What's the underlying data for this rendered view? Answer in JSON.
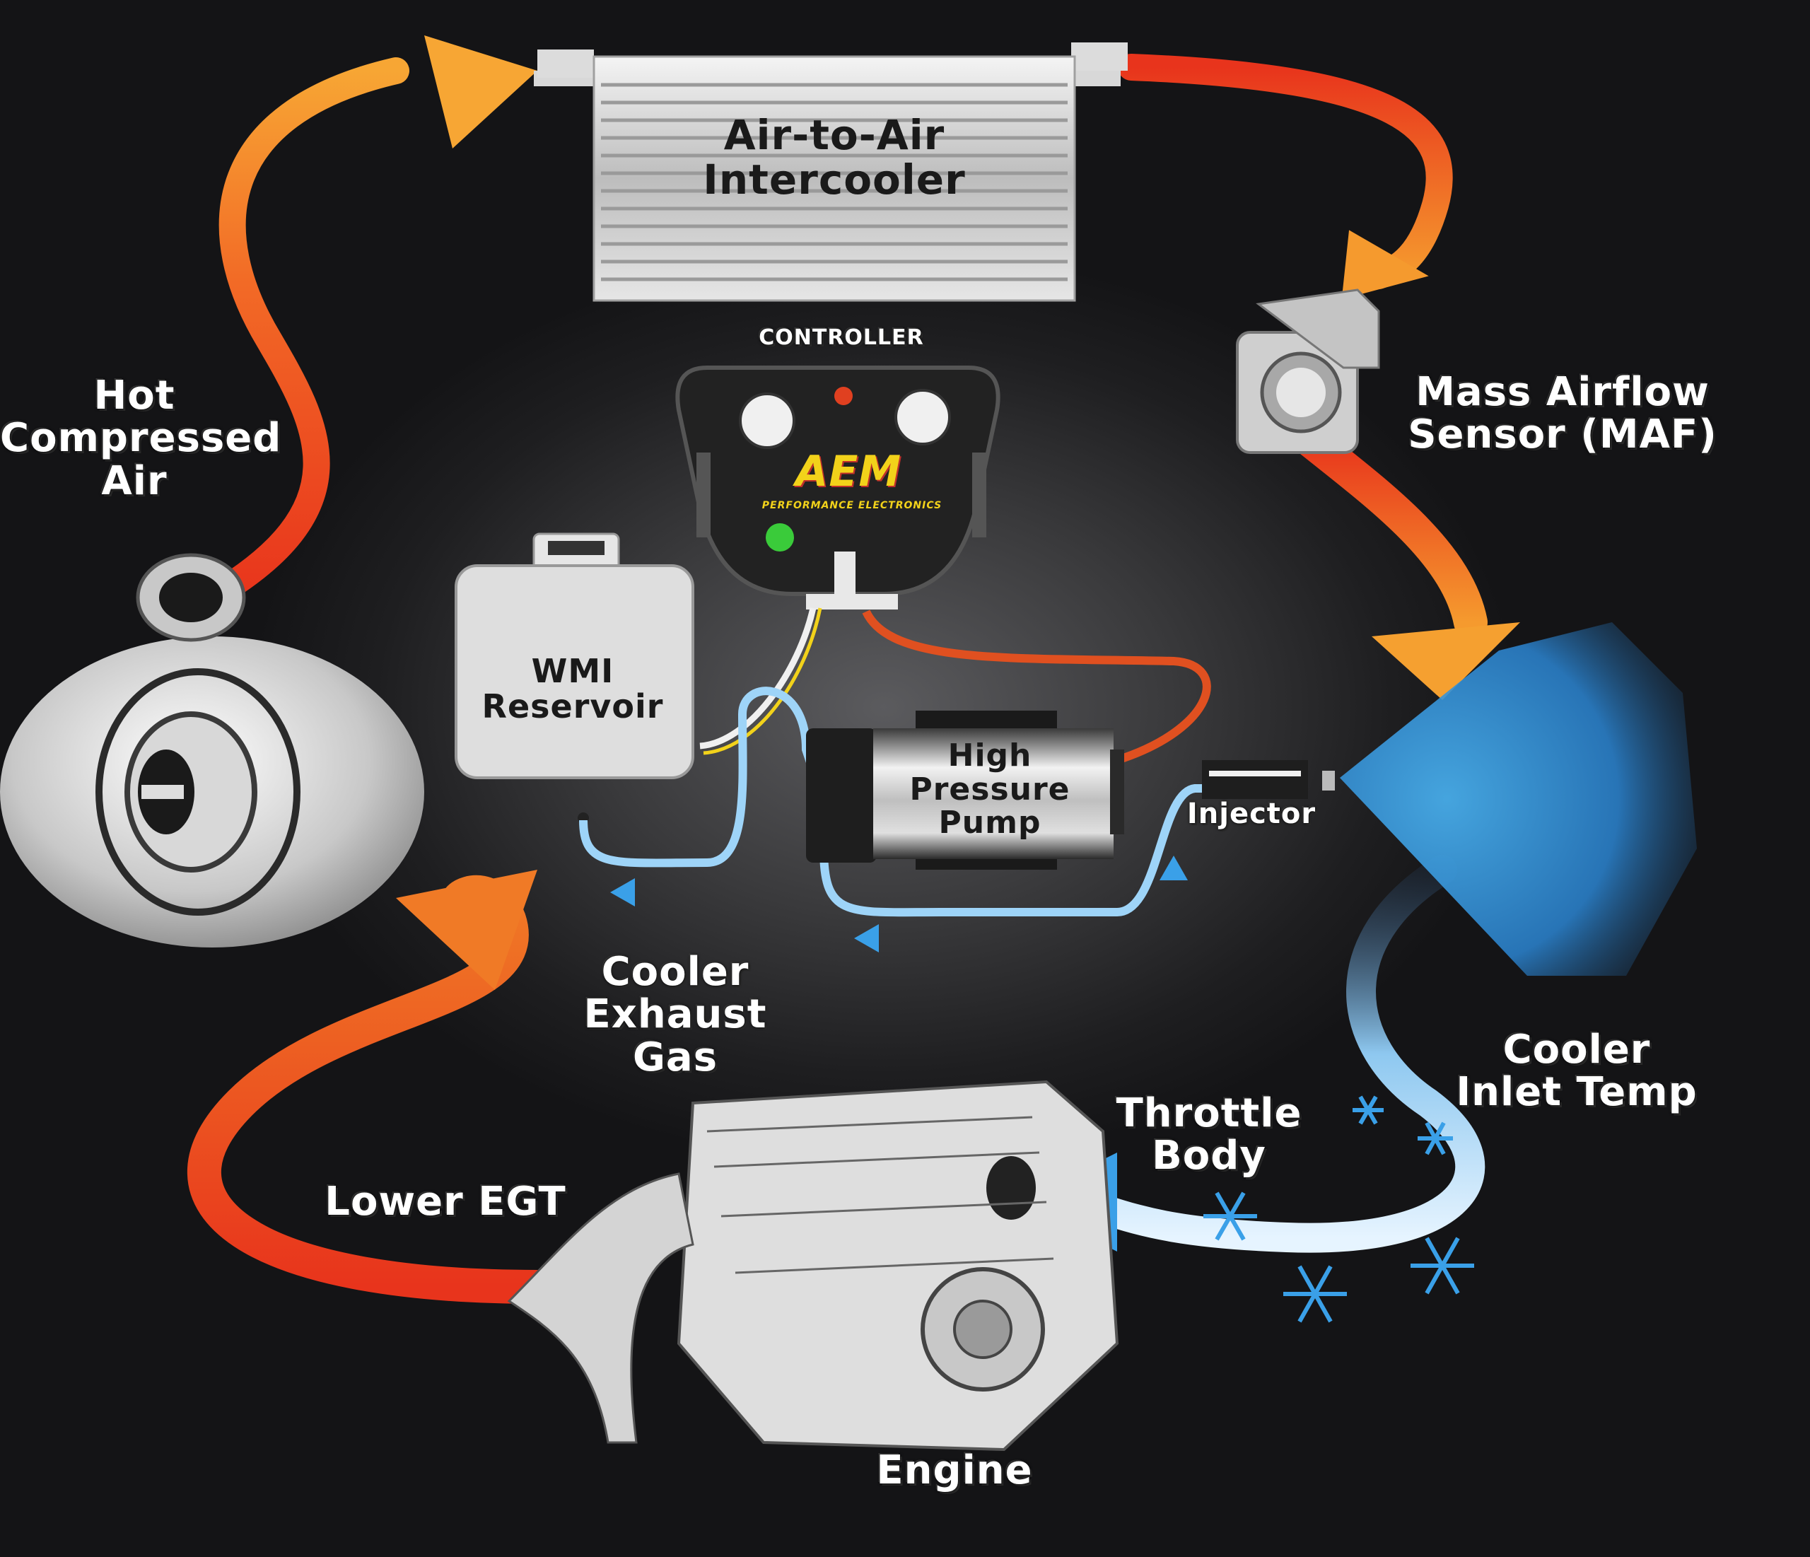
{
  "labels": {
    "intercooler": [
      "Air-to-Air",
      "Intercooler"
    ],
    "controller": "CONTROLLER",
    "hot_air": [
      "Hot",
      "Compressed",
      "Air"
    ],
    "maf": [
      "Mass Airflow",
      "Sensor (MAF)"
    ],
    "reservoir": [
      "WMI",
      "Reservoir"
    ],
    "pump": [
      "High",
      "Pressure",
      "Pump"
    ],
    "injector": "Injector",
    "cooler_exhaust": [
      "Cooler",
      "Exhaust",
      "Gas"
    ],
    "cooler_inlet": [
      "Cooler",
      "Inlet Temp"
    ],
    "throttle": [
      "Throttle",
      "Body"
    ],
    "lower_egt": "Lower EGT",
    "engine": "Engine",
    "logo": "AEM",
    "logo_sub": "PERFORMANCE ELECTRONICS"
  },
  "colors": {
    "hot": "#f04020",
    "warm": "#f5a030",
    "cool_blue": "#3aa0e8",
    "wire_red": "#e05020",
    "logo_yellow": "#f2d21a"
  }
}
